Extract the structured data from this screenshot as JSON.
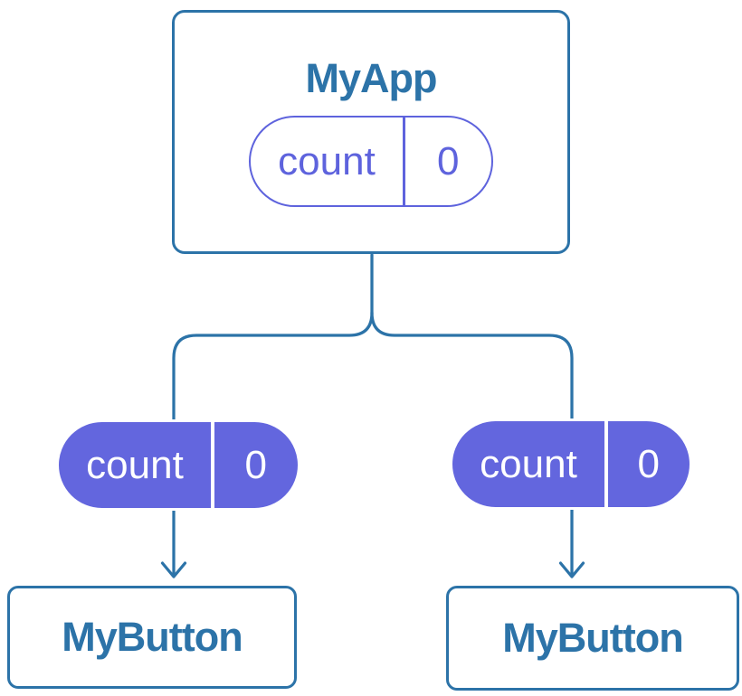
{
  "colors": {
    "background": "#FFFFFF",
    "blue": "#2C73A8",
    "purple_fill": "#6366DE",
    "purple_outline": "#5E63DD",
    "pill_text_on_purple": "#FFFFFF"
  },
  "root_component": {
    "title": "MyApp",
    "state_pill": {
      "name": "count",
      "value": "0"
    }
  },
  "child_components": [
    {
      "title": "MyButton",
      "state_pill": {
        "name": "count",
        "value": "0"
      }
    },
    {
      "title": "MyButton",
      "state_pill": {
        "name": "count",
        "value": "0"
      }
    }
  ]
}
